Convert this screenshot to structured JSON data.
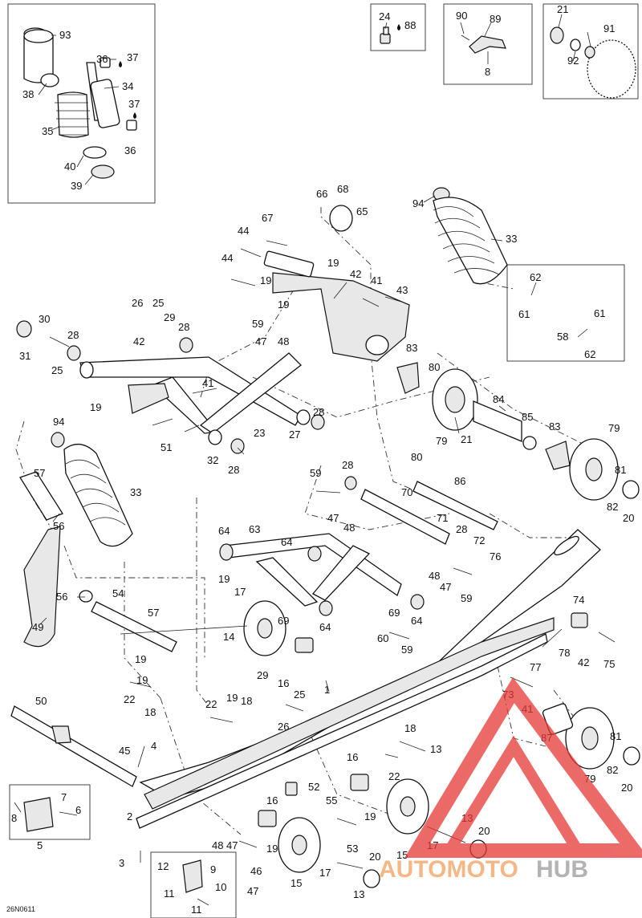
{
  "figure_code": "26N0611",
  "watermark": {
    "brand_a": "AUTOMOTO",
    "brand_b": "HUB",
    "color_a": "#f4a060",
    "color_b": "#9a9a9a",
    "logo_color": "#e53935"
  },
  "labels": [
    {
      "id": "93",
      "t": "93"
    },
    {
      "id": "36a",
      "t": "36"
    },
    {
      "id": "37a",
      "t": "37"
    },
    {
      "id": "34",
      "t": "34"
    },
    {
      "id": "38",
      "t": "38"
    },
    {
      "id": "37b",
      "t": "37"
    },
    {
      "id": "35",
      "t": "35"
    },
    {
      "id": "36b",
      "t": "36"
    },
    {
      "id": "40",
      "t": "40"
    },
    {
      "id": "39",
      "t": "39"
    },
    {
      "id": "24",
      "t": "24"
    },
    {
      "id": "88",
      "t": "88"
    },
    {
      "id": "90",
      "t": "90"
    },
    {
      "id": "89",
      "t": "89"
    },
    {
      "id": "8a",
      "t": "8"
    },
    {
      "id": "21a",
      "t": "21"
    },
    {
      "id": "91",
      "t": "91"
    },
    {
      "id": "92",
      "t": "92"
    },
    {
      "id": "94a",
      "t": "94"
    },
    {
      "id": "33a",
      "t": "33"
    },
    {
      "id": "66",
      "t": "66"
    },
    {
      "id": "68",
      "t": "68"
    },
    {
      "id": "65",
      "t": "65"
    },
    {
      "id": "67",
      "t": "67"
    },
    {
      "id": "44a",
      "t": "44"
    },
    {
      "id": "44b",
      "t": "44"
    },
    {
      "id": "19a",
      "t": "19"
    },
    {
      "id": "42a",
      "t": "42"
    },
    {
      "id": "19b",
      "t": "19"
    },
    {
      "id": "41a",
      "t": "41"
    },
    {
      "id": "43",
      "t": "43"
    },
    {
      "id": "19c",
      "t": "19"
    },
    {
      "id": "59a",
      "t": "59"
    },
    {
      "id": "47a",
      "t": "47"
    },
    {
      "id": "48a",
      "t": "48"
    },
    {
      "id": "62a",
      "t": "62"
    },
    {
      "id": "61a",
      "t": "61"
    },
    {
      "id": "61b",
      "t": "61"
    },
    {
      "id": "58",
      "t": "58"
    },
    {
      "id": "62b",
      "t": "62"
    },
    {
      "id": "26a",
      "t": "26"
    },
    {
      "id": "25a",
      "t": "25"
    },
    {
      "id": "29a",
      "t": "29"
    },
    {
      "id": "28a",
      "t": "28"
    },
    {
      "id": "30",
      "t": "30"
    },
    {
      "id": "28b",
      "t": "28"
    },
    {
      "id": "31",
      "t": "31"
    },
    {
      "id": "25b",
      "t": "25"
    },
    {
      "id": "42b",
      "t": "42"
    },
    {
      "id": "83a",
      "t": "83"
    },
    {
      "id": "80a",
      "t": "80"
    },
    {
      "id": "84",
      "t": "84"
    },
    {
      "id": "85",
      "t": "85"
    },
    {
      "id": "79a",
      "t": "79"
    },
    {
      "id": "21b",
      "t": "21"
    },
    {
      "id": "83b",
      "t": "83"
    },
    {
      "id": "79b",
      "t": "79"
    },
    {
      "id": "81a",
      "t": "81"
    },
    {
      "id": "82a",
      "t": "82"
    },
    {
      "id": "20a",
      "t": "20"
    },
    {
      "id": "41b",
      "t": "41"
    },
    {
      "id": "19d",
      "t": "19"
    },
    {
      "id": "28c",
      "t": "28"
    },
    {
      "id": "94b",
      "t": "94"
    },
    {
      "id": "51",
      "t": "51"
    },
    {
      "id": "23",
      "t": "23"
    },
    {
      "id": "27",
      "t": "27"
    },
    {
      "id": "32",
      "t": "32"
    },
    {
      "id": "28d",
      "t": "28"
    },
    {
      "id": "57a",
      "t": "57"
    },
    {
      "id": "33b",
      "t": "33"
    },
    {
      "id": "56a",
      "t": "56"
    },
    {
      "id": "28e",
      "t": "28"
    },
    {
      "id": "80b",
      "t": "80"
    },
    {
      "id": "59b",
      "t": "59"
    },
    {
      "id": "70",
      "t": "70"
    },
    {
      "id": "86",
      "t": "86"
    },
    {
      "id": "47b",
      "t": "47"
    },
    {
      "id": "48b",
      "t": "48"
    },
    {
      "id": "64a",
      "t": "64"
    },
    {
      "id": "63",
      "t": "63"
    },
    {
      "id": "64b",
      "t": "64"
    },
    {
      "id": "71",
      "t": "71"
    },
    {
      "id": "28f",
      "t": "28"
    },
    {
      "id": "72",
      "t": "72"
    },
    {
      "id": "76",
      "t": "76"
    },
    {
      "id": "48c",
      "t": "48"
    },
    {
      "id": "47c",
      "t": "47"
    },
    {
      "id": "59c",
      "t": "59"
    },
    {
      "id": "56b",
      "t": "56"
    },
    {
      "id": "54",
      "t": "54"
    },
    {
      "id": "19e",
      "t": "19"
    },
    {
      "id": "17a",
      "t": "17"
    },
    {
      "id": "57b",
      "t": "57"
    },
    {
      "id": "69a",
      "t": "69"
    },
    {
      "id": "69b",
      "t": "69"
    },
    {
      "id": "64c",
      "t": "64"
    },
    {
      "id": "64d",
      "t": "64"
    },
    {
      "id": "49",
      "t": "49"
    },
    {
      "id": "14",
      "t": "14"
    },
    {
      "id": "60",
      "t": "60"
    },
    {
      "id": "59d",
      "t": "59"
    },
    {
      "id": "74",
      "t": "74"
    },
    {
      "id": "78",
      "t": "78"
    },
    {
      "id": "42c",
      "t": "42"
    },
    {
      "id": "75",
      "t": "75"
    },
    {
      "id": "19f",
      "t": "19"
    },
    {
      "id": "29b",
      "t": "29"
    },
    {
      "id": "16a",
      "t": "16"
    },
    {
      "id": "1",
      "t": "1"
    },
    {
      "id": "22a",
      "t": "22"
    },
    {
      "id": "19g",
      "t": "19"
    },
    {
      "id": "18a",
      "t": "18"
    },
    {
      "id": "25c",
      "t": "25"
    },
    {
      "id": "77",
      "t": "77"
    },
    {
      "id": "73",
      "t": "73"
    },
    {
      "id": "50",
      "t": "50"
    },
    {
      "id": "22b",
      "t": "22"
    },
    {
      "id": "19h",
      "t": "19"
    },
    {
      "id": "18b",
      "t": "18"
    },
    {
      "id": "41c",
      "t": "41"
    },
    {
      "id": "26b",
      "t": "26"
    },
    {
      "id": "87",
      "t": "87"
    },
    {
      "id": "81b",
      "t": "81"
    },
    {
      "id": "18c",
      "t": "18"
    },
    {
      "id": "13a",
      "t": "13"
    },
    {
      "id": "45",
      "t": "45"
    },
    {
      "id": "4",
      "t": "4"
    },
    {
      "id": "16b",
      "t": "16"
    },
    {
      "id": "22c",
      "t": "22"
    },
    {
      "id": "79c",
      "t": "79"
    },
    {
      "id": "82b",
      "t": "82"
    },
    {
      "id": "20b",
      "t": "20"
    },
    {
      "id": "52",
      "t": "52"
    },
    {
      "id": "7",
      "t": "7"
    },
    {
      "id": "8b",
      "t": "8"
    },
    {
      "id": "6",
      "t": "6"
    },
    {
      "id": "5",
      "t": "5"
    },
    {
      "id": "16c",
      "t": "16"
    },
    {
      "id": "55",
      "t": "55"
    },
    {
      "id": "19i",
      "t": "19"
    },
    {
      "id": "2",
      "t": "2"
    },
    {
      "id": "48d",
      "t": "48"
    },
    {
      "id": "47d",
      "t": "47"
    },
    {
      "id": "19j",
      "t": "19"
    },
    {
      "id": "53",
      "t": "53"
    },
    {
      "id": "13b",
      "t": "13"
    },
    {
      "id": "20c",
      "t": "20"
    },
    {
      "id": "17b",
      "t": "17"
    },
    {
      "id": "15a",
      "t": "15"
    },
    {
      "id": "46",
      "t": "46"
    },
    {
      "id": "17c",
      "t": "17"
    },
    {
      "id": "15b",
      "t": "15"
    },
    {
      "id": "3",
      "t": "3"
    },
    {
      "id": "12",
      "t": "12"
    },
    {
      "id": "9",
      "t": "9"
    },
    {
      "id": "47e",
      "t": "47"
    },
    {
      "id": "20d",
      "t": "20"
    },
    {
      "id": "13c",
      "t": "13"
    },
    {
      "id": "10",
      "t": "10"
    },
    {
      "id": "11a",
      "t": "11"
    },
    {
      "id": "11b",
      "t": "11"
    }
  ]
}
